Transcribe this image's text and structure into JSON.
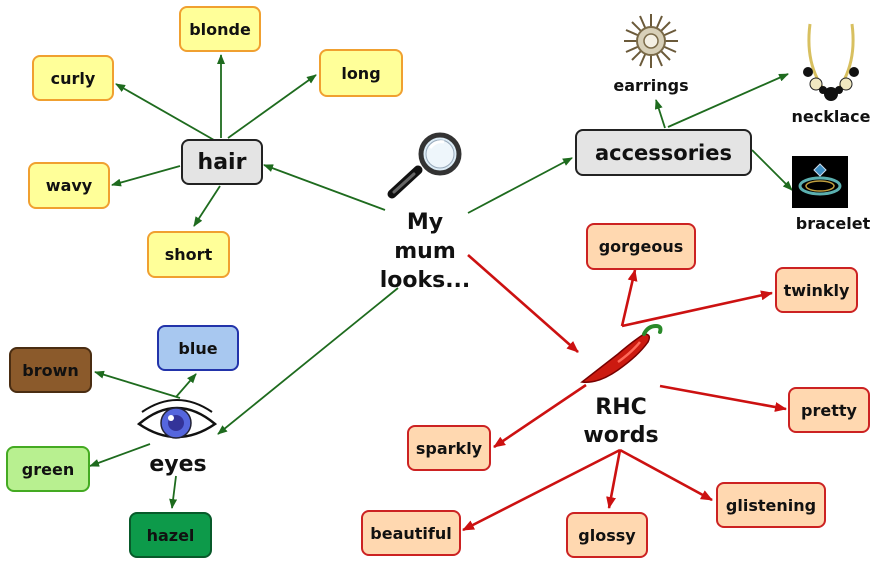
{
  "center": {
    "line1": "My",
    "line2": "mum",
    "line3": "looks..."
  },
  "hair": {
    "label": "hair",
    "children": [
      "blonde",
      "curly",
      "long",
      "wavy",
      "short"
    ]
  },
  "accessories": {
    "label": "accessories",
    "children": [
      "earrings",
      "necklace",
      "bracelet"
    ]
  },
  "eyes": {
    "label": "eyes",
    "children": [
      "brown",
      "blue",
      "green",
      "hazel"
    ]
  },
  "rhc": {
    "line1": "RHC",
    "line2": "words",
    "children": [
      "gorgeous",
      "twinkly",
      "pretty",
      "sparkly",
      "beautiful",
      "glossy",
      "glistening"
    ]
  },
  "colors": {
    "green_arrow": "#1e6b1e",
    "red_arrow": "#cc1111",
    "brown": "#8b5a2b",
    "blue": "#a8c8f0",
    "light_green": "#b8f090",
    "dark_green": "#0d9a4a"
  }
}
